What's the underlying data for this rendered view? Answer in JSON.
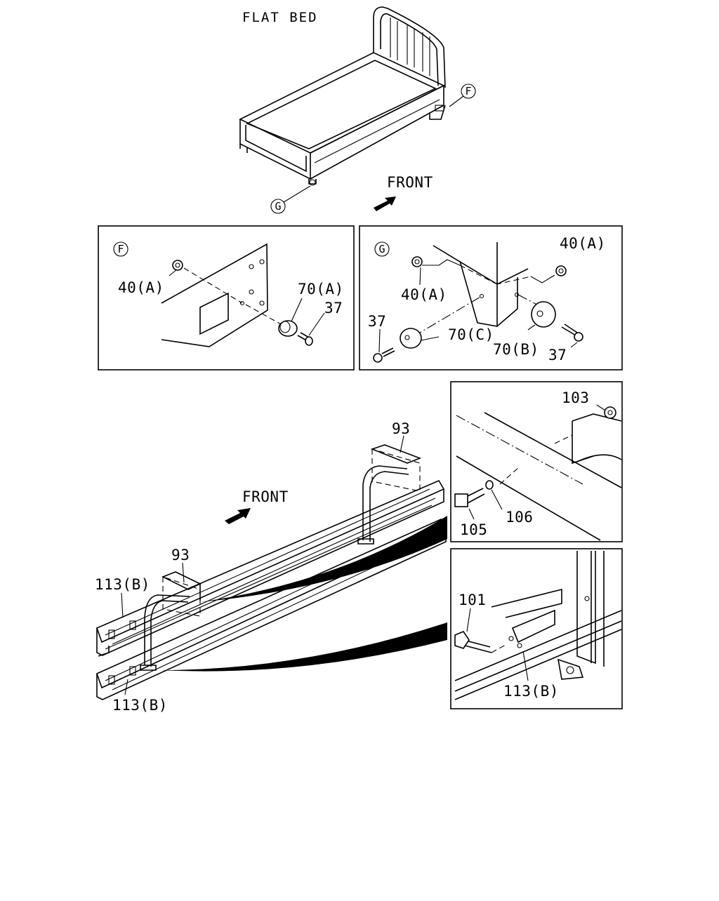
{
  "title": "FLAT BED",
  "front_label": "FRONT",
  "callouts": {
    "f": "F",
    "g": "G"
  },
  "panel_f": {
    "letter": "F",
    "labels": [
      "40(A)",
      "70(A)",
      "37"
    ]
  },
  "panel_g": {
    "letter": "G",
    "labels": [
      "40(A)",
      "40(A)",
      "37",
      "70(C)",
      "70(B)",
      "37"
    ]
  },
  "frame": {
    "front_label": "FRONT",
    "labels": [
      "93",
      "93",
      "113(B)",
      "113(B)"
    ]
  },
  "panel_bolt": {
    "labels": [
      "103",
      "105",
      "106"
    ]
  },
  "panel_rail": {
    "labels": [
      "101",
      "113(B)"
    ]
  }
}
